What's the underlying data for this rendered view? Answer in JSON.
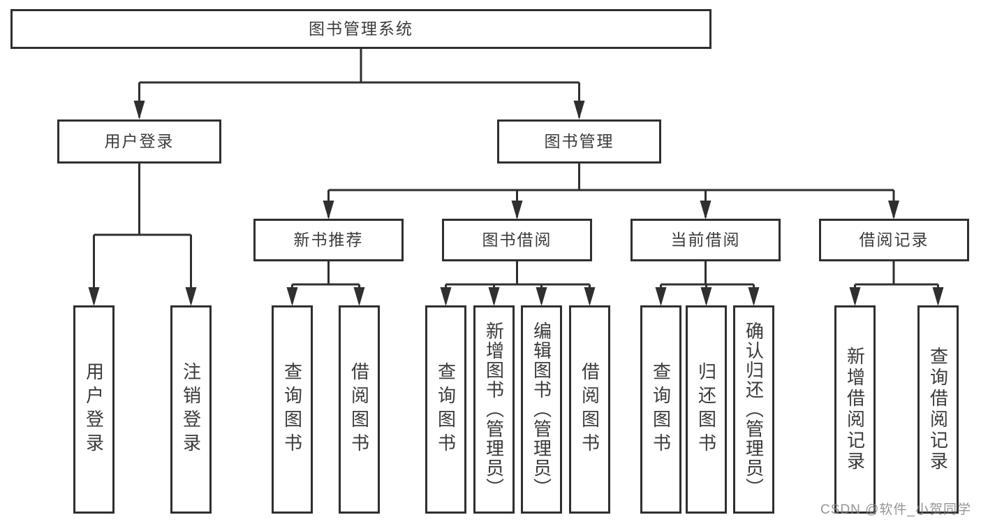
{
  "page": {
    "background": "#ffffff",
    "line_color": "#2f2f2f",
    "text_color": "#3a3a3a"
  },
  "tree": {
    "root": {
      "label": "图书管理系统"
    },
    "level1": [
      {
        "label": "用户登录",
        "children": [
          {
            "label": "用户登录"
          },
          {
            "label": "注销登录"
          }
        ]
      },
      {
        "label": "图书管理",
        "children": [
          {
            "label": "新书推荐",
            "children": [
              {
                "label": "查询图书"
              },
              {
                "label": "借阅图书"
              }
            ]
          },
          {
            "label": "图书借阅",
            "children": [
              {
                "label": "查询图书"
              },
              {
                "label": "新增图书（管理员）"
              },
              {
                "label": "编辑图书（管理员）"
              },
              {
                "label": "借阅图书"
              }
            ]
          },
          {
            "label": "当前借阅",
            "children": [
              {
                "label": "查询图书"
              },
              {
                "label": "归还图书"
              },
              {
                "label": "确认归还（管理员）"
              }
            ]
          },
          {
            "label": "借阅记录",
            "children": [
              {
                "label": "新增借阅记录"
              },
              {
                "label": "查询借阅记录"
              }
            ]
          }
        ]
      }
    ]
  },
  "watermark": "CSDN @软件_小贺同学"
}
